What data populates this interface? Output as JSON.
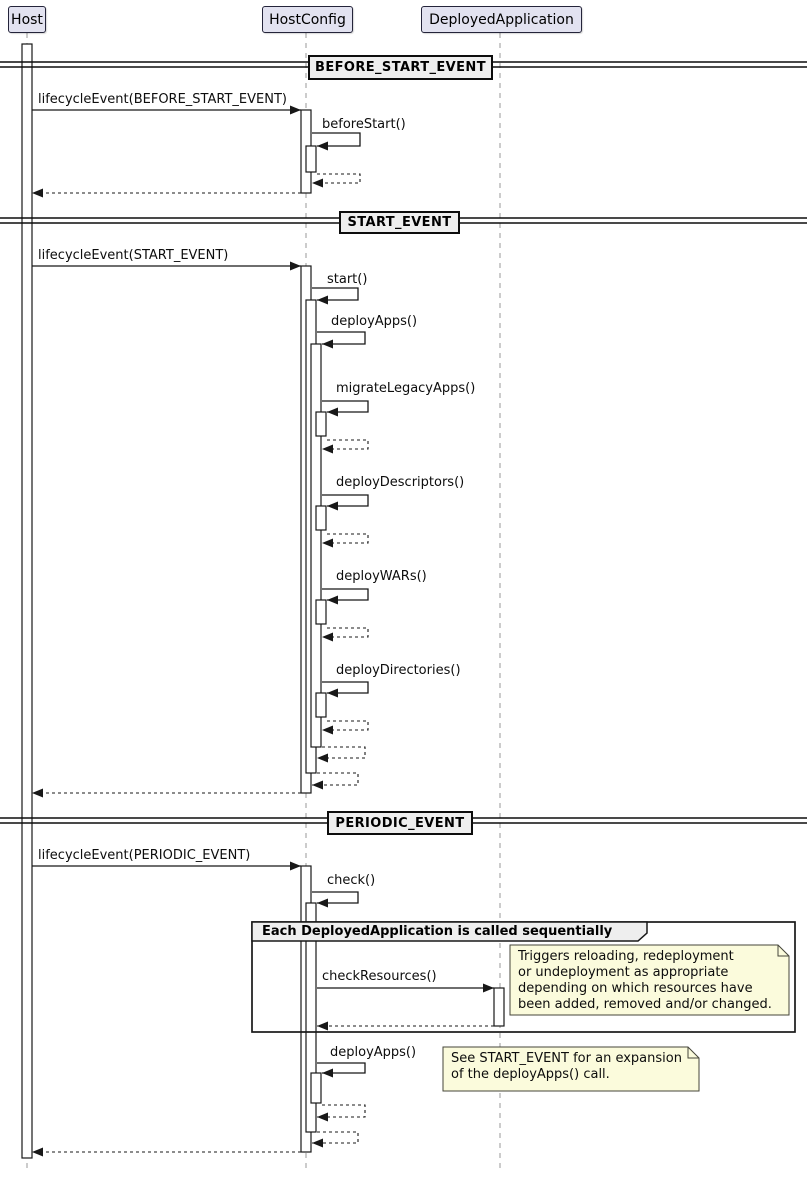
{
  "diagram_type": "uml-sequence-diagram",
  "participants": [
    {
      "name": "Host"
    },
    {
      "name": "HostConfig"
    },
    {
      "name": "DeployedApplication"
    }
  ],
  "dividers": [
    {
      "label": "BEFORE_START_EVENT"
    },
    {
      "label": "START_EVENT"
    },
    {
      "label": "PERIODIC_EVENT"
    }
  ],
  "group": {
    "title": "Each DeployedApplication is called sequentially"
  },
  "messages": {
    "before_lifecycle": "lifecycleEvent(BEFORE_START_EVENT)",
    "before_start": "beforeStart()",
    "start_lifecycle": "lifecycleEvent(START_EVENT)",
    "start": "start()",
    "deploy_apps": "deployApps()",
    "migrate_legacy_apps": "migrateLegacyApps()",
    "deploy_descriptors": "deployDescriptors()",
    "deploy_wars": "deployWARs()",
    "deploy_directories": "deployDirectories()",
    "periodic_lifecycle": "lifecycleEvent(PERIODIC_EVENT)",
    "check": "check()",
    "check_resources": "checkResources()",
    "deploy_apps_periodic": "deployApps()"
  },
  "notes": [
    {
      "text": "Triggers reloading, redeployment\nor undeployment as appropriate\ndepending on which resources have\nbeen added, removed and/or changed."
    },
    {
      "text": "See START_EVENT for an expansion\nof the deployApps() call."
    }
  ],
  "colors": {
    "line": "#181818",
    "lifeline": "#999999",
    "activation_bg": "#FFFFFF",
    "participant_bg": "#E2E2F0",
    "box_bg": "#EEEEEE",
    "note_bg": "#FBFBDC",
    "note_border": "#46463a"
  }
}
